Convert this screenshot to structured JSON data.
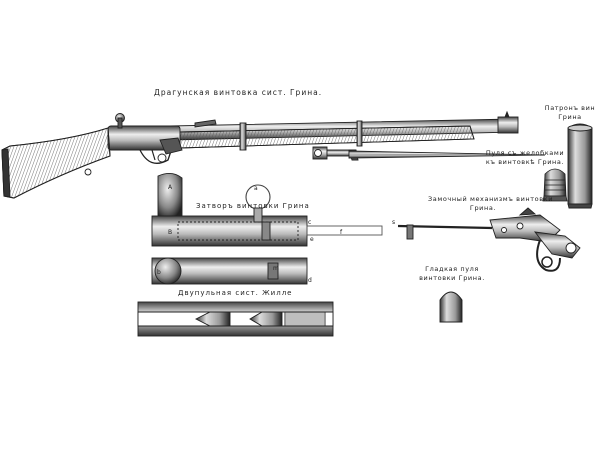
{
  "plate": {
    "title": "Драгунская винтовка сист. Грина.",
    "bolt": "Затворъ винтовки Грина",
    "two_bullet": "Двупульная сист. Жилле",
    "cartridge": [
      "Патронъ вин",
      "Грина"
    ],
    "bullet_grooved": [
      "Пуля съ желобками",
      "къ винтовкѣ Грина."
    ],
    "lock": [
      "Замочный механизмъ винтовки",
      "Грина."
    ],
    "bullet_smooth": [
      "Гладкая пуля",
      "винтовки Грина."
    ]
  },
  "letters": {
    "A": "A",
    "a": "a",
    "B": "B",
    "b": "b",
    "c": "c",
    "d": "d",
    "e": "e",
    "f": "f",
    "m": "m",
    "s": "s"
  },
  "colors": {
    "ink": "#222222",
    "paper": "#ffffff",
    "shade": "#777777",
    "mid": "#aaaaaa"
  }
}
